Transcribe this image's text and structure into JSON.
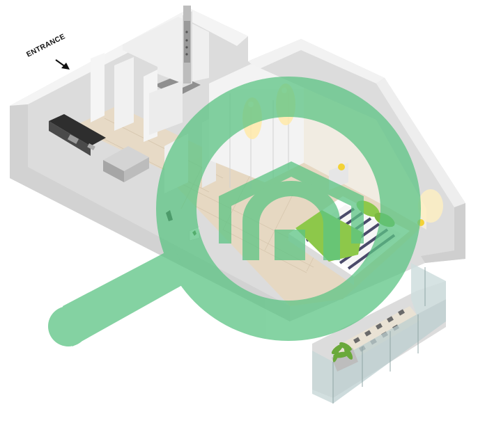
{
  "entrance": {
    "label": "ENTRANCE"
  },
  "icons": {
    "arrow": "entrance-arrow-icon",
    "watermark": "green-logo-watermark",
    "plant": "potted-plant",
    "lamp": "table-lamp"
  },
  "colors": {
    "watermark": "#5cc484",
    "wall": "#e8e8e8",
    "floor": "#e6d8c4",
    "bed_stripes": "#4a4a6a",
    "pillow": "#8dc84a"
  }
}
